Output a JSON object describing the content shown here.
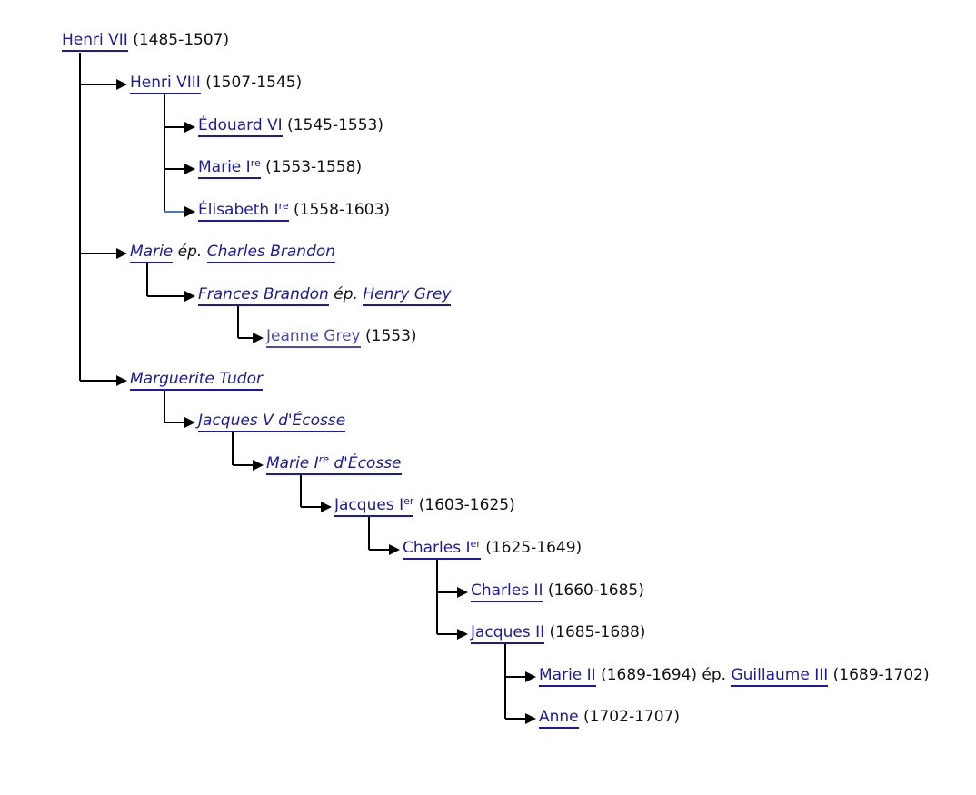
{
  "nodes": [
    {
      "id": "henri7",
      "parts": [
        {
          "t": "link",
          "text": "Henri VII"
        },
        {
          "t": "text",
          "text": " (1485-1507)"
        }
      ]
    },
    {
      "id": "henri8",
      "parts": [
        {
          "t": "link",
          "text": "Henri VIII"
        },
        {
          "t": "text",
          "text": " (1507-1545)"
        }
      ]
    },
    {
      "id": "edouard6",
      "parts": [
        {
          "t": "link",
          "text": "Édouard VI"
        },
        {
          "t": "text",
          "text": " (1545-1553)"
        }
      ]
    },
    {
      "id": "marie1",
      "parts": [
        {
          "t": "link",
          "text": "Marie I",
          "sup": "re"
        },
        {
          "t": "text",
          "text": " (1553-1558)"
        }
      ]
    },
    {
      "id": "elisabeth1",
      "parts": [
        {
          "t": "link",
          "text": "Élisabeth I",
          "sup": "re"
        },
        {
          "t": "text",
          "text": " (1558-1603)"
        }
      ]
    },
    {
      "id": "marie-brandon",
      "parts": [
        {
          "t": "link",
          "text": "Marie",
          "italic": true
        },
        {
          "t": "text",
          "text": " ép. ",
          "italic": true
        },
        {
          "t": "link",
          "text": "Charles Brandon",
          "italic": true
        }
      ]
    },
    {
      "id": "frances",
      "parts": [
        {
          "t": "link",
          "text": "Frances Brandon",
          "italic": true
        },
        {
          "t": "text",
          "text": " ép. ",
          "italic": true
        },
        {
          "t": "link",
          "text": "Henry Grey",
          "italic": true
        }
      ]
    },
    {
      "id": "jeanne",
      "parts": [
        {
          "t": "link",
          "text": "Jeanne Grey",
          "visited": true
        },
        {
          "t": "text",
          "text": " (1553)"
        }
      ]
    },
    {
      "id": "marguerite",
      "parts": [
        {
          "t": "link",
          "text": "Marguerite Tudor",
          "italic": true
        }
      ]
    },
    {
      "id": "jacques5",
      "parts": [
        {
          "t": "link",
          "text": "Jacques V d'Écosse",
          "italic": true
        }
      ]
    },
    {
      "id": "marie-ecosse",
      "parts": [
        {
          "t": "link",
          "text": "Marie I",
          "sup": "re",
          "suffix": " d'Écosse",
          "italic": true
        }
      ]
    },
    {
      "id": "jacques1",
      "parts": [
        {
          "t": "link",
          "text": "Jacques I",
          "sup": "er"
        },
        {
          "t": "text",
          "text": " (1603-1625)"
        }
      ]
    },
    {
      "id": "charles1",
      "parts": [
        {
          "t": "link",
          "text": "Charles I",
          "sup": "er"
        },
        {
          "t": "text",
          "text": " (1625-1649)"
        }
      ]
    },
    {
      "id": "charles2",
      "parts": [
        {
          "t": "link",
          "text": "Charles II"
        },
        {
          "t": "text",
          "text": " (1660-1685)"
        }
      ]
    },
    {
      "id": "jacques2",
      "parts": [
        {
          "t": "link",
          "text": "Jacques II"
        },
        {
          "t": "text",
          "text": " (1685-1688)"
        }
      ]
    },
    {
      "id": "marie2",
      "parts": [
        {
          "t": "link",
          "text": "Marie II"
        },
        {
          "t": "text",
          "text": " (1689-1694) ép. "
        },
        {
          "t": "link",
          "text": "Guillaume III"
        },
        {
          "t": "text",
          "text": " (1689-1702)"
        }
      ]
    },
    {
      "id": "anne",
      "parts": [
        {
          "t": "link",
          "text": "Anne"
        },
        {
          "t": "text",
          "text": " (1702-1707)"
        }
      ]
    }
  ],
  "colors": {
    "link": "#1a1aa6",
    "visited_link": "#4a4ac0",
    "line": "#000000",
    "highlight_line": "#4a7ab5"
  }
}
